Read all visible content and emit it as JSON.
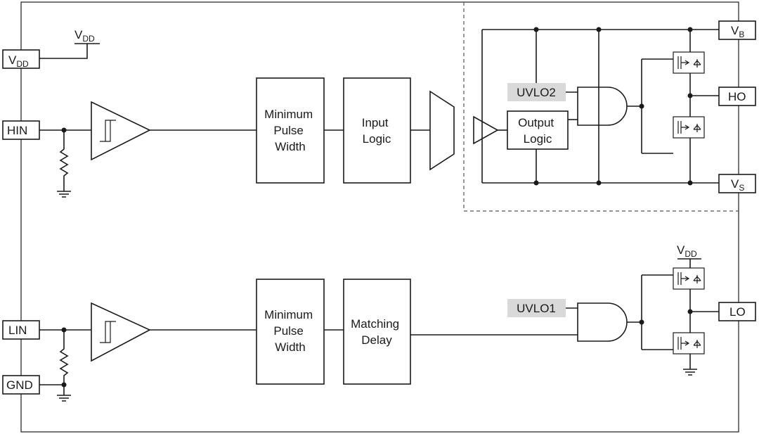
{
  "pins": {
    "vdd_box": {
      "main": "V",
      "sub": "DD"
    },
    "vdd_label": {
      "main": "V",
      "sub": "DD"
    },
    "hin": "HIN",
    "lin": "LIN",
    "gnd": "GND",
    "vb": {
      "main": "V",
      "sub": "B"
    },
    "ho": "HO",
    "vs": {
      "main": "V",
      "sub": "S"
    },
    "lo": "LO",
    "vdd_low": {
      "main": "V",
      "sub": "DD"
    }
  },
  "blocks": {
    "mpw_high": [
      "Minimum",
      "Pulse",
      "Width"
    ],
    "input_logic": [
      "Input",
      "Logic"
    ],
    "output_logic": [
      "Output",
      "Logic"
    ],
    "mpw_low": [
      "Minimum",
      "Pulse",
      "Width"
    ],
    "matching_delay": [
      "Matching",
      "Delay"
    ],
    "uvlo2": "UVLO2",
    "uvlo1": "UVLO1"
  }
}
